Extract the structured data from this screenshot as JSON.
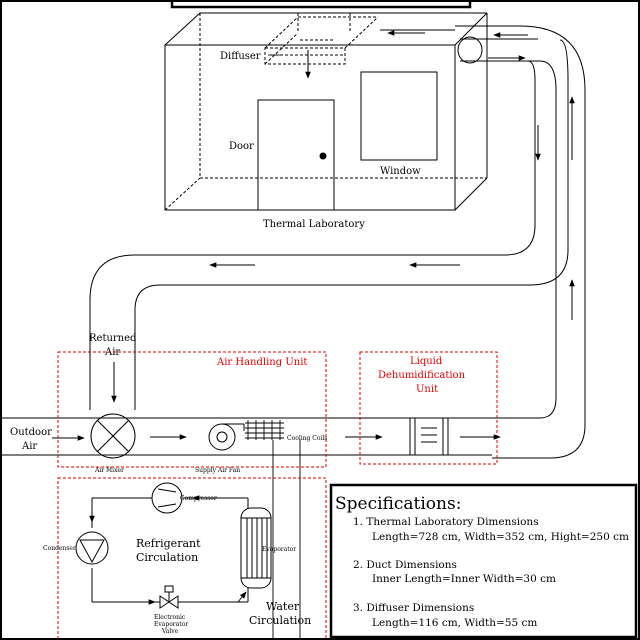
{
  "labels": {
    "diffuser": "Diffuser",
    "door": "Door",
    "window": "Window",
    "thermal_lab": "Thermal Laboratory",
    "returned_air_1": "Returned",
    "returned_air_2": "Air",
    "outdoor_air_1": "Outdoor",
    "outdoor_air_2": "Air",
    "air_handling_unit": "Air Handling Unit",
    "liquid_1": "Liquid",
    "liquid_2": "Dehumidification",
    "liquid_3": "Unit",
    "air_mixer": "Air Mixer",
    "supply_air_fan": "Supply Air Fan",
    "cooling_coils": "Cooling Coils",
    "compressor": "Compressor",
    "condenser": "Condenser",
    "refrigerant_1": "Refrigerant",
    "refrigerant_2": "Circulation",
    "evaporator": "Evaporator",
    "valve_1": "Electronic",
    "valve_2": "Evaporator",
    "valve_3": "Valve",
    "water_1": "Water",
    "water_2": "Circulation"
  },
  "specifications": {
    "title": "Specifications:",
    "items": [
      {
        "heading": "1.  Thermal Laboratory Dimensions",
        "detail": "Length=728 cm, Width=352 cm, Hight=250 cm"
      },
      {
        "heading": "2.  Duct Dimensions",
        "detail": "Inner Length=Inner Width=30 cm"
      },
      {
        "heading": "3.  Diffuser Dimensions",
        "detail": "Length=116 cm, Width=55 cm"
      }
    ]
  },
  "colors": {
    "line": "#000000",
    "unit_boundary": "#e00000",
    "background": "#ffffff"
  }
}
